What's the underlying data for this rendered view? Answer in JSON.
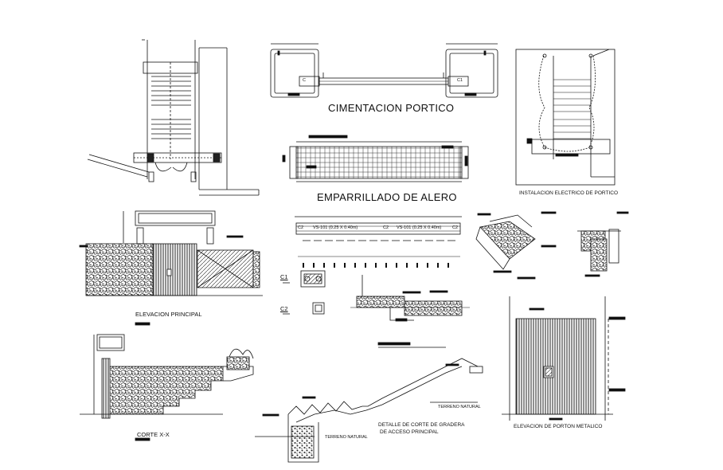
{
  "titles": {
    "cimentacion": "CIMENTACION PORTICO",
    "emparrillado": "EMPARRILLADO DE ALERO",
    "instalacion": "INSTALACION ELECTRICO DE PORTICO",
    "elevacion_principal": "ELEVACION PRINCIPAL",
    "corte_xx": "CORTE  X-X",
    "detalle_gradera_1": "DETALLE DE CORTE DE GRADERA",
    "detalle_gradera_2": "DE ACCESO PRINCIPAL",
    "elevacion_porton": "ELEVACION DE PORTON METALICO"
  },
  "labels": {
    "c1_left": "C",
    "c1_right": "C1",
    "beam_vs_left": "VS-101 (0.25 X 0.40m)",
    "beam_vs_right": "VS-101 (0.25 X 0.40m)",
    "beam_c2_a": "C2",
    "beam_c2_b": "C2",
    "beam_c2_c": "C2",
    "section_c1": "C1",
    "section_c2": "C2",
    "terreno_1": "TERRENO NATURAL",
    "terreno_2": "TERRENO NATURAL"
  }
}
